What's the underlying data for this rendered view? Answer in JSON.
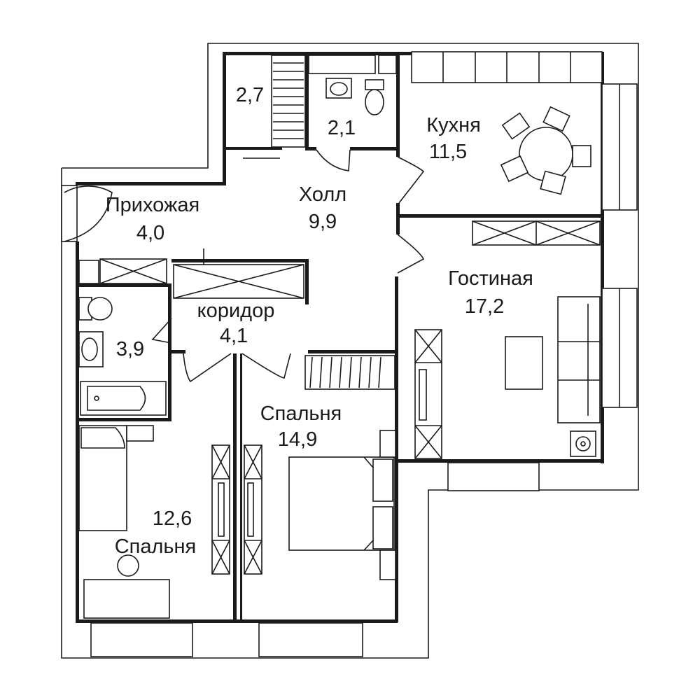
{
  "rooms": {
    "closet": {
      "area": "2,7"
    },
    "wc": {
      "area": "2,1"
    },
    "kitchen": {
      "name": "Кухня",
      "area": "11,5"
    },
    "hall": {
      "name": "Холл",
      "area": "9,9"
    },
    "entrance": {
      "name": "Прихожая",
      "area": "4,0"
    },
    "living": {
      "name": "Гостиная",
      "area": "17,2"
    },
    "corridor": {
      "name": "коридор",
      "area": "4,1"
    },
    "bathroom": {
      "area": "3,9"
    },
    "bedroom1": {
      "name": "Спальня",
      "area": "14,9"
    },
    "bedroom2": {
      "name": "Спальня",
      "area": "12,6"
    }
  },
  "colors": {
    "line": "#1a1a1a",
    "background": "#ffffff"
  }
}
